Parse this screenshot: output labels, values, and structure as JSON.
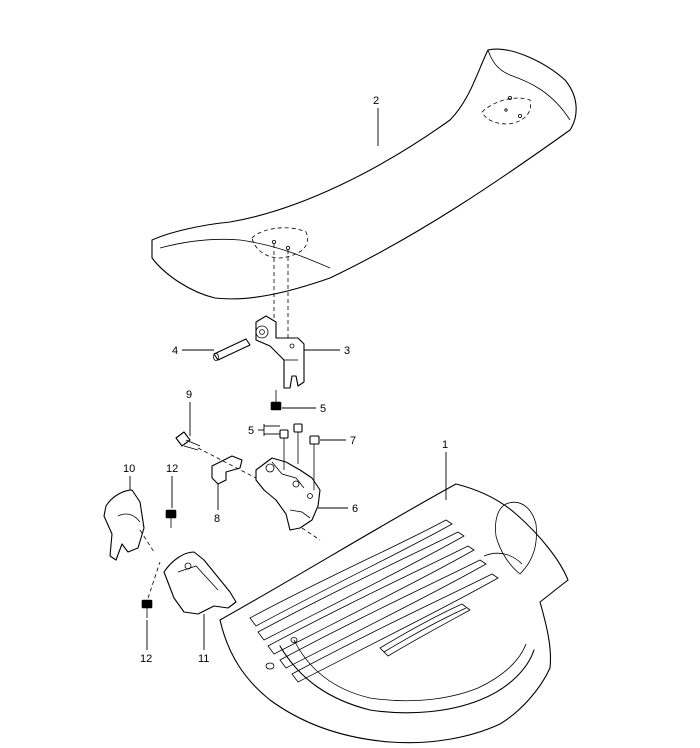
{
  "callouts": {
    "c1": "1",
    "c2": "2",
    "c3": "3",
    "c4": "4",
    "c5a": "5",
    "c5b": "5",
    "c6": "6",
    "c7": "7",
    "c8": "8",
    "c9": "9",
    "c10": "10",
    "c11": "11",
    "c12a": "12",
    "c12b": "12"
  },
  "colors": {
    "line": "#000000",
    "background": "#ffffff"
  }
}
